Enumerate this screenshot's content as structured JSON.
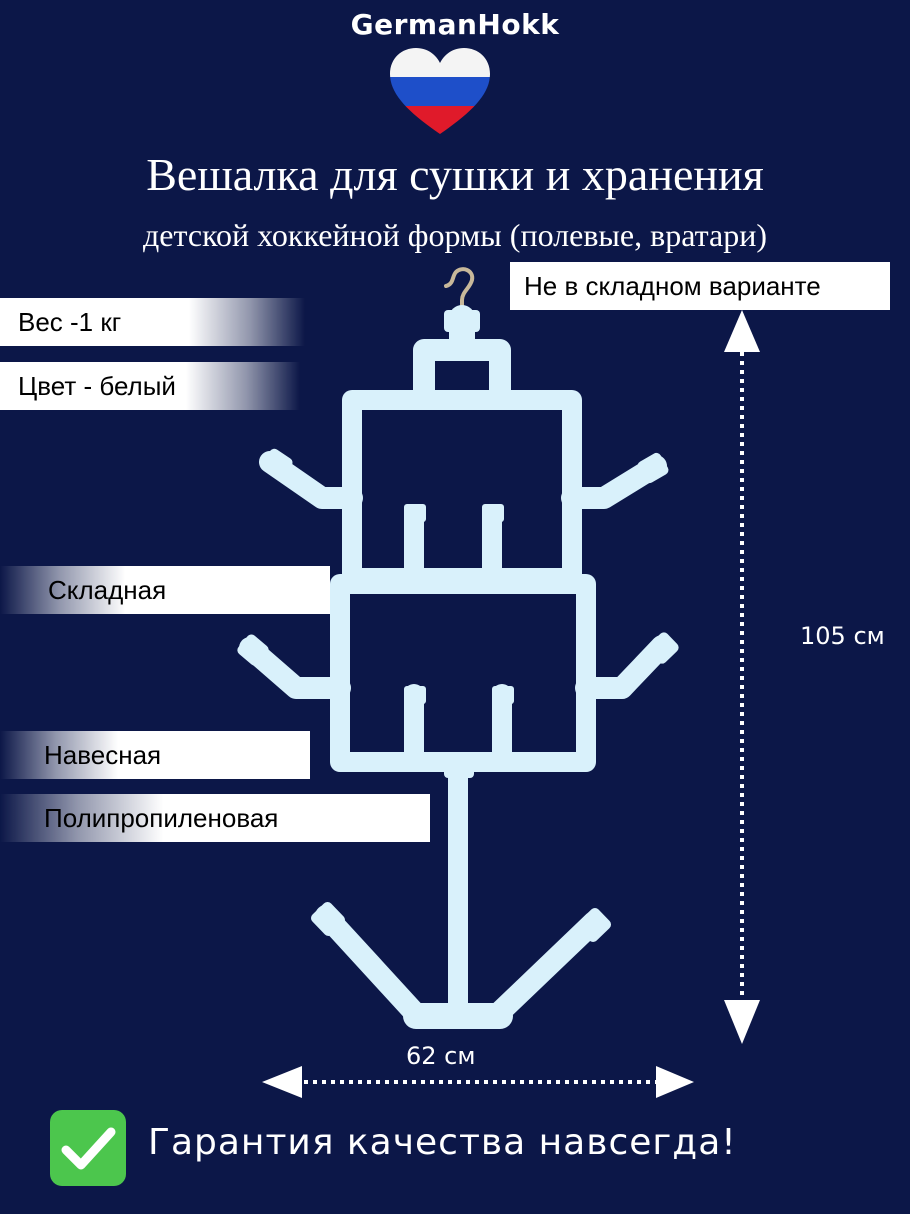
{
  "brand": "GermanHokk",
  "title": "Вешалка для сушки и хранения",
  "subtitle": "детской хоккейной формы (полевые, вратари)",
  "badge_not_folding": "Не в складном варианте",
  "labels": {
    "weight": "Вес -1 кг",
    "color": "Цвет - белый",
    "folding": "Складная",
    "hanging": "Навесная",
    "material": "Полипропиленовая"
  },
  "dimensions": {
    "height": "105 см",
    "width": "62 см"
  },
  "guarantee": "Гарантия качества навсегда!",
  "icons": {
    "flag_heart": "russian-flag-heart-icon",
    "check": "green-check-icon"
  },
  "colors": {
    "background": "#0c1748",
    "pipe": "#d9f1fb",
    "check": "#4cc64d"
  }
}
